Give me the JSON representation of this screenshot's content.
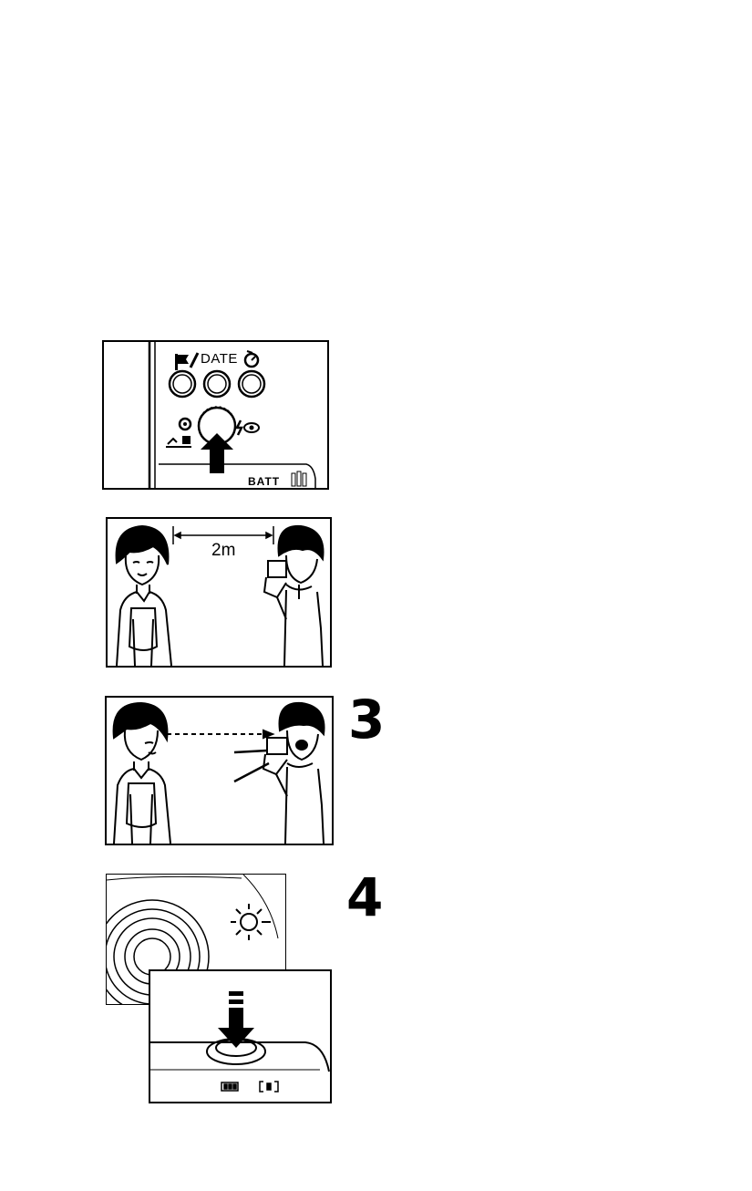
{
  "panel1": {
    "date_label": "DATE",
    "batt_label": "BATT"
  },
  "panel2": {
    "distance_label": "2m"
  },
  "step3": {
    "number": "3"
  },
  "step4": {
    "number": "4"
  }
}
